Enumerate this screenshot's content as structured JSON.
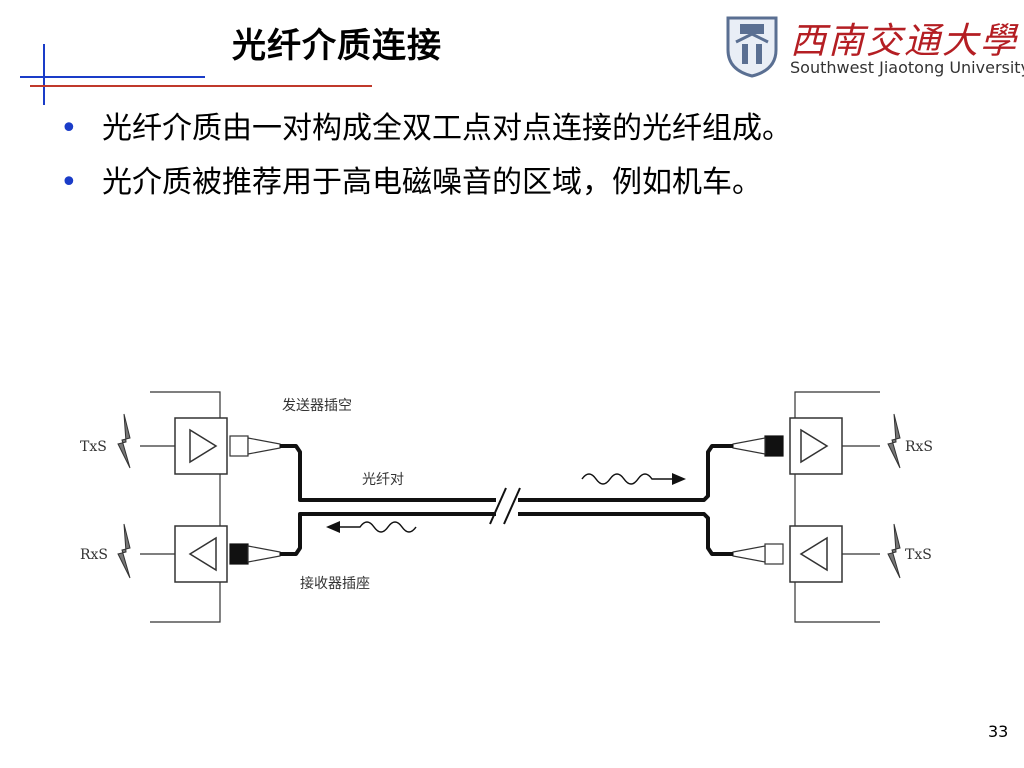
{
  "slide": {
    "title": "光纤介质连接",
    "page_number": "33"
  },
  "logo": {
    "chinese_name": "西南交通大學",
    "english_name": "Southwest Jiaotong University"
  },
  "bullets": [
    "光纤介质由一对构成全双工点对点连接的光纤组成。",
    "光介质被推荐用于高电磁噪音的区域，例如机车。"
  ],
  "diagram": {
    "labels": {
      "transmitter_socket": "发送器插空",
      "fiber_pair": "光纤对",
      "receiver_socket": "接收器插座",
      "left_txs": "TxS",
      "left_rxs": "RxS",
      "right_rxs": "RxS",
      "right_txs": "TxS"
    }
  },
  "colors": {
    "accent_blue": "#1a3cc8",
    "accent_red": "#c0392b",
    "logo_red": "#b41e23"
  }
}
